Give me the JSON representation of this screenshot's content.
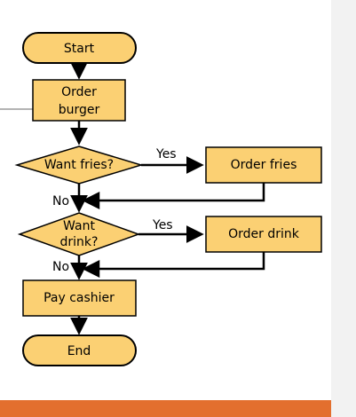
{
  "flowchart": {
    "nodes": {
      "start": "Start",
      "order_burger_line1": "Order",
      "order_burger_line2": "burger",
      "want_fries": "Want fries?",
      "order_fries": "Order fries",
      "want_drink_line1": "Want",
      "want_drink_line2": "drink?",
      "order_drink": "Order drink",
      "pay_cashier": "Pay cashier",
      "end": "End"
    },
    "labels": {
      "fries_yes": "Yes",
      "fries_no": "No",
      "drink_yes": "Yes",
      "drink_no": "No"
    }
  },
  "colors": {
    "node_fill": "#FBD073",
    "node_stroke": "#000000",
    "accent_bar": "#E36F2E",
    "side_panel": "#F2F2F2"
  }
}
